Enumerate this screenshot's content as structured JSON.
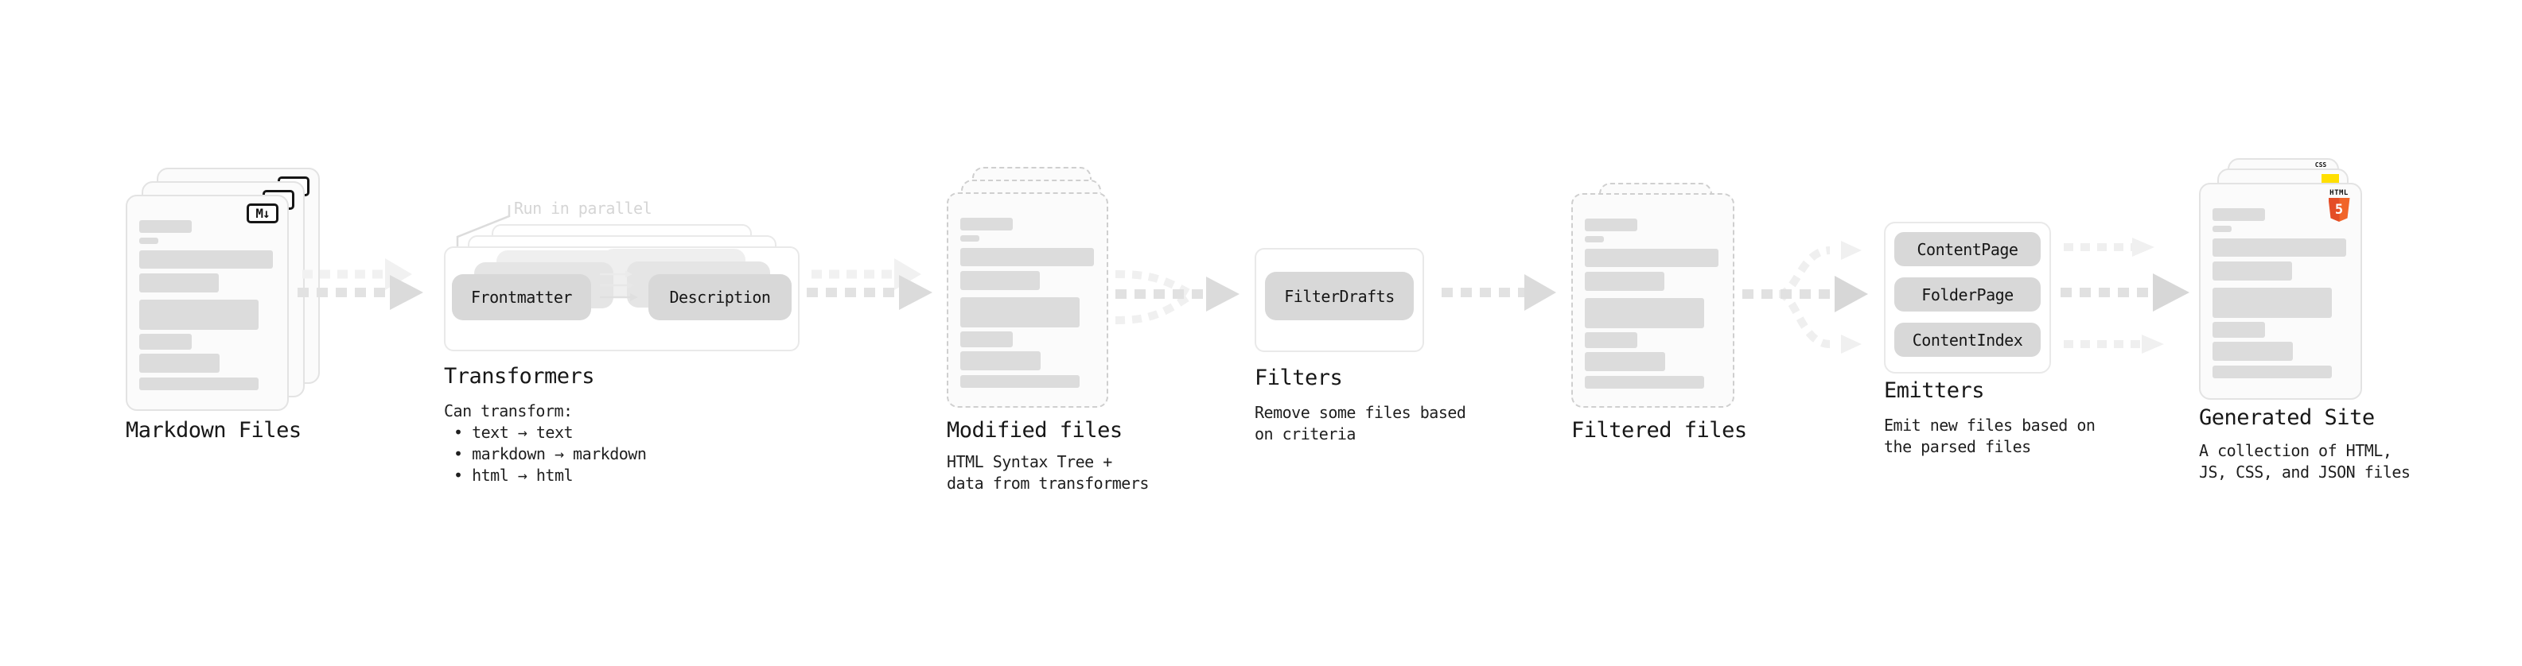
{
  "pipeline": {
    "markdown": {
      "label": "Markdown Files",
      "badge": "M↓"
    },
    "transformers": {
      "label": "Transformers",
      "annotation": "Run in parallel",
      "pills": [
        "Frontmatter",
        "Description"
      ],
      "desc_heading": "Can transform:",
      "bullets": [
        "• text → text",
        "• markdown → markdown",
        "• html → html"
      ]
    },
    "modified": {
      "label": "Modified files",
      "desc": [
        "HTML Syntax Tree +",
        "data from transformers"
      ]
    },
    "filters": {
      "label": "Filters",
      "pill": "FilterDrafts",
      "desc": [
        "Remove some files based",
        "on criteria"
      ]
    },
    "filtered": {
      "label": "Filtered files"
    },
    "emitters": {
      "label": "Emitters",
      "pills": [
        "ContentPage",
        "FolderPage",
        "ContentIndex"
      ],
      "desc": [
        "Emit new files based on",
        "the parsed files"
      ]
    },
    "site": {
      "label": "Generated Site",
      "desc": [
        "A collection of HTML,",
        "JS, CSS, and JSON files"
      ],
      "badges": {
        "css": "CSS",
        "html_word": "HTML",
        "html_number": "5"
      }
    }
  },
  "colors": {
    "html5_orange": "#e44d26",
    "js_yellow": "#ffdf00",
    "css_blue": "#2157e0",
    "pill_gray": "#d8d8d8",
    "card_border": "#e3e3e3",
    "dashed_border": "#cfcfcf",
    "bar_gray": "#dcdcdc",
    "arrow_gray": "#e2e2e2",
    "arrow_light": "#f0f0f0",
    "text": "#171717",
    "annotation_gray": "#d5d5d5"
  }
}
